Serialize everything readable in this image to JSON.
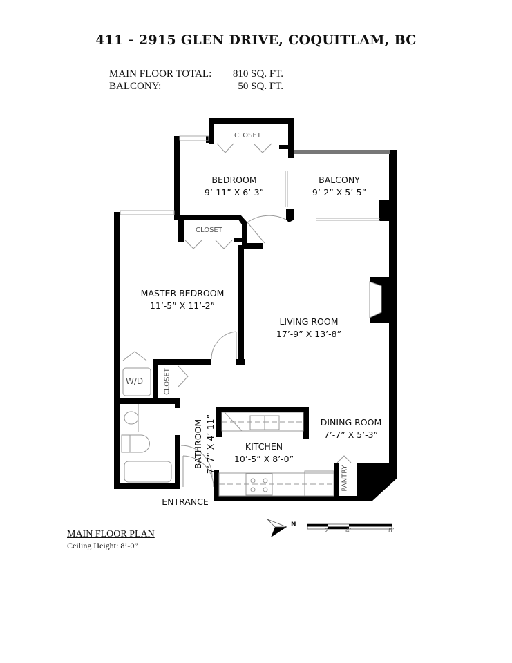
{
  "header": {
    "title": "411 - 2915 GLEN DRIVE, COQUITLAM, BC",
    "areas": [
      {
        "label": "MAIN FLOOR TOTAL:",
        "value": "810 SQ. FT."
      },
      {
        "label": "BALCONY:",
        "value": "50 SQ. FT."
      }
    ]
  },
  "rooms": {
    "bedroom": {
      "name": "BEDROOM",
      "dims": "9’-11” X 6’-3”"
    },
    "balcony": {
      "name": "BALCONY",
      "dims": "9’-2” X 5’-5”"
    },
    "master_bedroom": {
      "name": "MASTER BEDROOM",
      "dims": "11’-5” X 11’-2”"
    },
    "living_room": {
      "name": "LIVING ROOM",
      "dims": "17’-9” X 13’-8”"
    },
    "dining_room": {
      "name": "DINING ROOM",
      "dims": "7’-7” X 5’-3”"
    },
    "kitchen": {
      "name": "KITCHEN",
      "dims": "10’-5” X 8’-0”"
    },
    "bathroom": {
      "name": "BATHROOM",
      "dims": "7’-7” X 4’-11”"
    }
  },
  "labels": {
    "closet_top": "CLOSET",
    "closet_master": "CLOSET",
    "closet_hall": "CLOSET",
    "wd": "W/D",
    "pantry": "PANTRY",
    "entrance": "ENTRANCE"
  },
  "footer": {
    "plan_title": "MAIN FLOOR PLAN",
    "ceiling": "Ceiling Height: 8’-0”"
  },
  "compass": {
    "label": "N",
    "icon": "north-arrow-icon"
  },
  "scale_bar": {
    "ticks": [
      "2’",
      "4’",
      "8’"
    ]
  },
  "colors": {
    "wall": "#000000",
    "balcony_rail": "#777777",
    "fixture": "#999999"
  }
}
